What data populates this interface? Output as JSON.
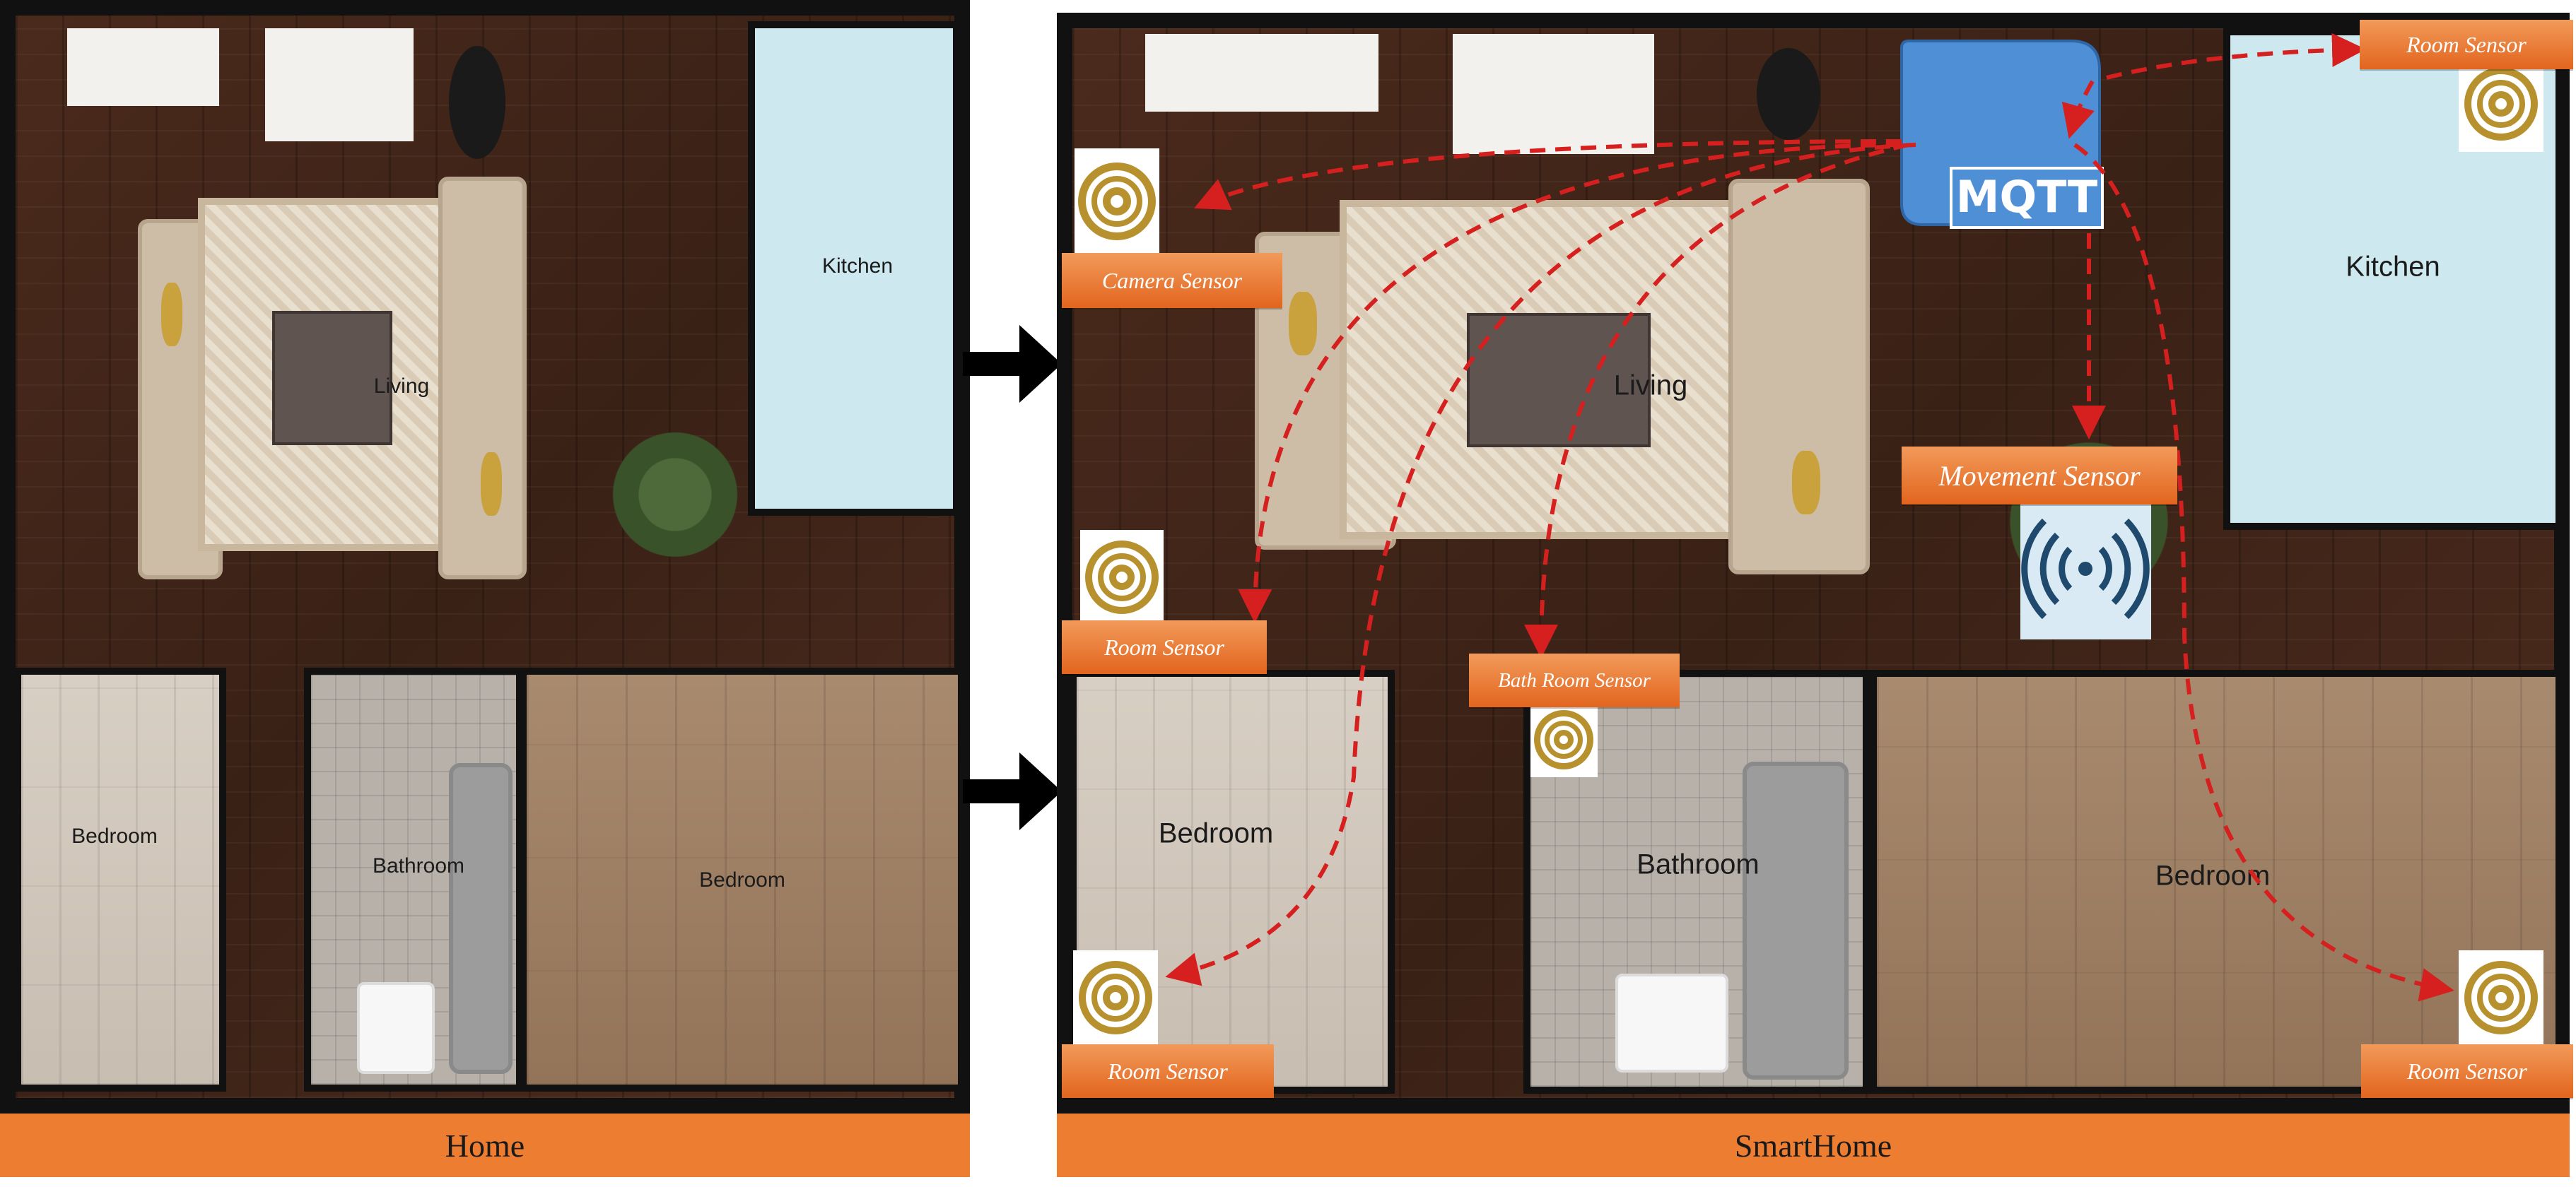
{
  "home": {
    "caption": "Home",
    "rooms": {
      "kitchen": "Kitchen",
      "living": "Living",
      "bedroom_left": "Bedroom",
      "bathroom": "Bathroom",
      "bedroom_right": "Bedroom"
    }
  },
  "smarthome": {
    "caption": "SmartHome",
    "rooms": {
      "kitchen": "Kitchen",
      "living": "Living",
      "bedroom_left": "Bedroom",
      "bathroom": "Bathroom",
      "bedroom_right": "Bedroom"
    },
    "broker": "MQTT",
    "sensors": {
      "room_sensor_top_right": "Room Sensor",
      "camera_sensor": "Camera Sensor",
      "movement_sensor": "Movement Sensor",
      "room_sensor_left": "Room Sensor",
      "bathroom_sensor": "Bath Room Sensor",
      "room_sensor_bottom_left": "Room Sensor",
      "room_sensor_bottom_right": "Room Sensor"
    }
  },
  "icons": {
    "sensor": "wireless-sensor-icon",
    "movement": "wifi-signal-icon",
    "transition": "right-arrow-icon"
  },
  "colors": {
    "label_orange": "#ed7d31",
    "arrow_red": "#d62020",
    "mqtt_blue": "#4f8fd6",
    "sensor_gold": "#b8912f"
  }
}
